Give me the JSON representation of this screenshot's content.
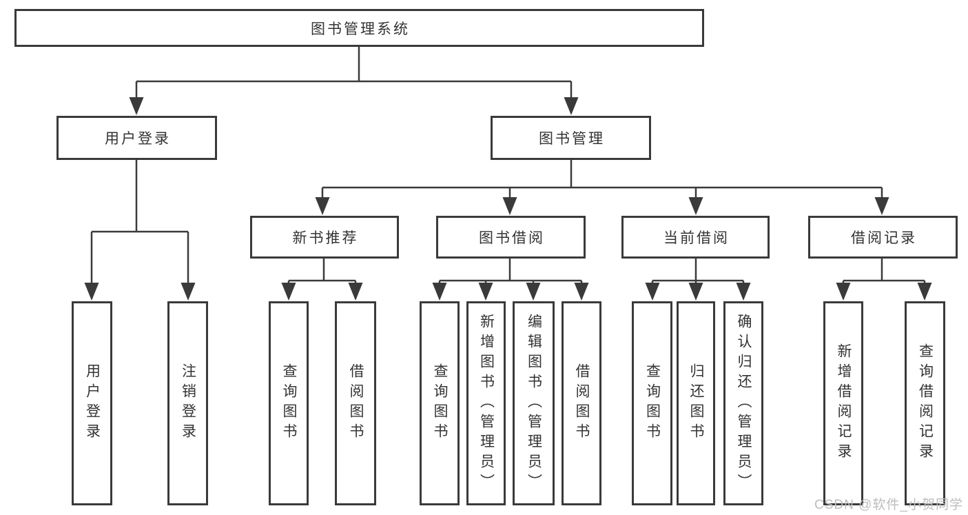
{
  "colors": {
    "line": "#3a3a3a",
    "text": "#333333",
    "watermark": "#bdbdbd",
    "background": "#ffffff"
  },
  "watermark": {
    "text": "CSDN @软件_小贺同学"
  },
  "tree": {
    "label": "图书管理系统",
    "children": [
      {
        "label": "用户登录",
        "children": [
          {
            "label": "用户登录"
          },
          {
            "label": "注销登录"
          }
        ]
      },
      {
        "label": "图书管理",
        "children": [
          {
            "label": "新书推荐",
            "children": [
              {
                "label": "查询图书"
              },
              {
                "label": "借阅图书"
              }
            ]
          },
          {
            "label": "图书借阅",
            "children": [
              {
                "label": "查询图书"
              },
              {
                "label": "新增图书（管理员）"
              },
              {
                "label": "编辑图书（管理员）"
              },
              {
                "label": "借阅图书"
              }
            ]
          },
          {
            "label": "当前借阅",
            "children": [
              {
                "label": "查询图书"
              },
              {
                "label": "归还图书"
              },
              {
                "label": "确认归还（管理员）"
              }
            ]
          },
          {
            "label": "借阅记录",
            "children": [
              {
                "label": "新增借阅记录"
              },
              {
                "label": "查询借阅记录"
              }
            ]
          }
        ]
      }
    ]
  }
}
